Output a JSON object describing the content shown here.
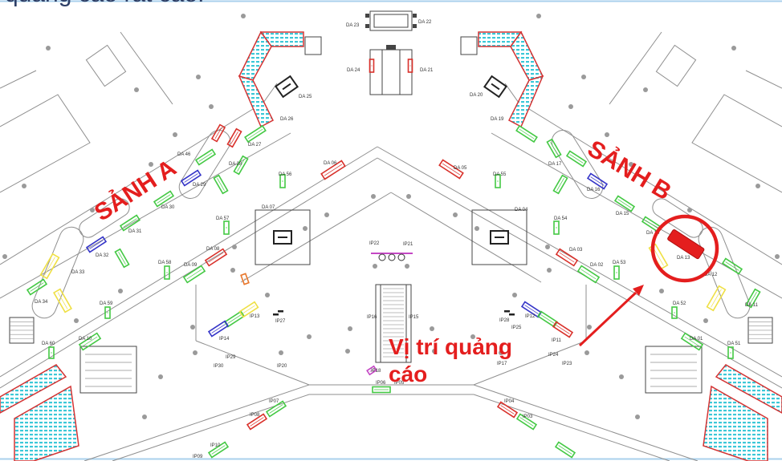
{
  "page": {
    "caption_fragment": "quảng cáo rất cao."
  },
  "map": {
    "hall_labels": {
      "hall_a": "SẢNH A",
      "hall_b": "SẢNH B"
    },
    "callout": {
      "text": "Vị trí quảng cáo",
      "arrow_icon": "arrow-icon",
      "marker_icon": "highlight-circle-icon"
    },
    "labels": [
      "DA 23",
      "DA 22",
      "DA 24",
      "DA 21",
      "DA 25",
      "DA 26",
      "DA 20",
      "DA 19",
      "DA 27",
      "DA 28",
      "DA 46",
      "DA 29",
      "DA 30",
      "DA 31",
      "DA 32",
      "DA 33",
      "DA 34",
      "DA 17",
      "DA 16",
      "DA 15",
      "DA 14",
      "DA 13",
      "DA 12",
      "DA 11",
      "DA 56",
      "DA 06",
      "DA 05",
      "DA 55",
      "DA 07",
      "DA 04",
      "DA 57",
      "DA 54",
      "DA 08",
      "DA 03",
      "DA 58",
      "DA 09",
      "DA 02",
      "DA 53",
      "DA 59",
      "DA 52",
      "DA 60",
      "DA 51",
      "DA 10",
      "DA 01",
      "IP22",
      "IP21",
      "IP16",
      "IP15",
      "IP18",
      "IP14",
      "IP13",
      "IP12",
      "IP11",
      "IP27",
      "IP28",
      "IP29",
      "IP30",
      "IP25",
      "IP24",
      "IP23",
      "IP20",
      "IP17",
      "IP07",
      "IP08",
      "IP06",
      "IP05",
      "IP04",
      "IP03",
      "IP10",
      "IP09"
    ],
    "colors": {
      "accent": "#e41e1e",
      "wall": "#8f8f8f",
      "column": "#9a9a9a",
      "structure": "#444444",
      "seat_fill": "#3cc8d8",
      "seat_outline": "#d43434",
      "green": "#44c944",
      "red": "#d9312b",
      "blue": "#3535c8",
      "yellow": "#efe046",
      "magenta": "#c447c4",
      "orange": "#e8762a",
      "frame": "#a9d0ec"
    }
  }
}
